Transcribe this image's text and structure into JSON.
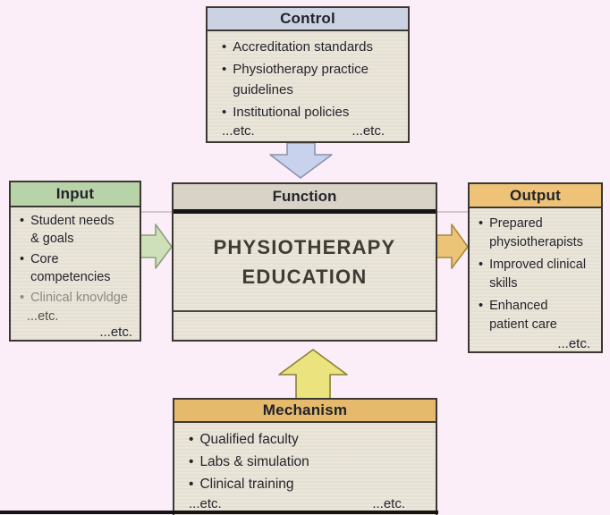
{
  "palette": {
    "background": "#fbeef8",
    "box-body": "#eae5d9",
    "border-dark": "#3b3833",
    "control-header": "#cbd3e3",
    "input-header": "#b9d3a8",
    "output-header": "#eec377",
    "mechanism-header": "#e5ba6c",
    "function-header": "#d9d3c7",
    "muted-text": "#8d8a85",
    "arrow-down-fill": "#c9d2ec",
    "arrow-down-stroke": "#8b93ab",
    "arrow-in-fill": "#cde0b8",
    "arrow-in-stroke": "#8fa07c",
    "arrow-out-fill": "#ecc477",
    "arrow-out-stroke": "#a8893e",
    "arrow-up-fill": "#ebe37e",
    "arrow-up-stroke": "#8a8136"
  },
  "control": {
    "title": "Control",
    "bullet": "•",
    "items": [
      "Accreditation standards",
      "Physiotherapy practice\nguidelines",
      "Institutional policies"
    ],
    "etc_left": "...etc.",
    "etc_right": "...etc."
  },
  "input": {
    "title": "Input",
    "bullet": "•",
    "items": [
      "Student needs\n& goals",
      "Core\ncompetencies",
      "Clinical knovldge"
    ],
    "etc_left": "...etc.",
    "etc_right": "...etc."
  },
  "function_box": {
    "title": "Function",
    "name": "PHYSIOTHERAPY\nEDUCATION"
  },
  "output": {
    "title": "Output",
    "bullet": "•",
    "items": [
      "Prepared\nphysiotherapists",
      "Improved clinical\nskills",
      "Enhanced\npatient care"
    ],
    "etc_right": "...etc."
  },
  "mechanism": {
    "title": "Mechanism",
    "bullet": "•",
    "items": [
      "Qualified faculty",
      "Labs & simulation",
      "Clinical training"
    ],
    "etc_left": "...etc.",
    "etc_right": "...etc."
  }
}
